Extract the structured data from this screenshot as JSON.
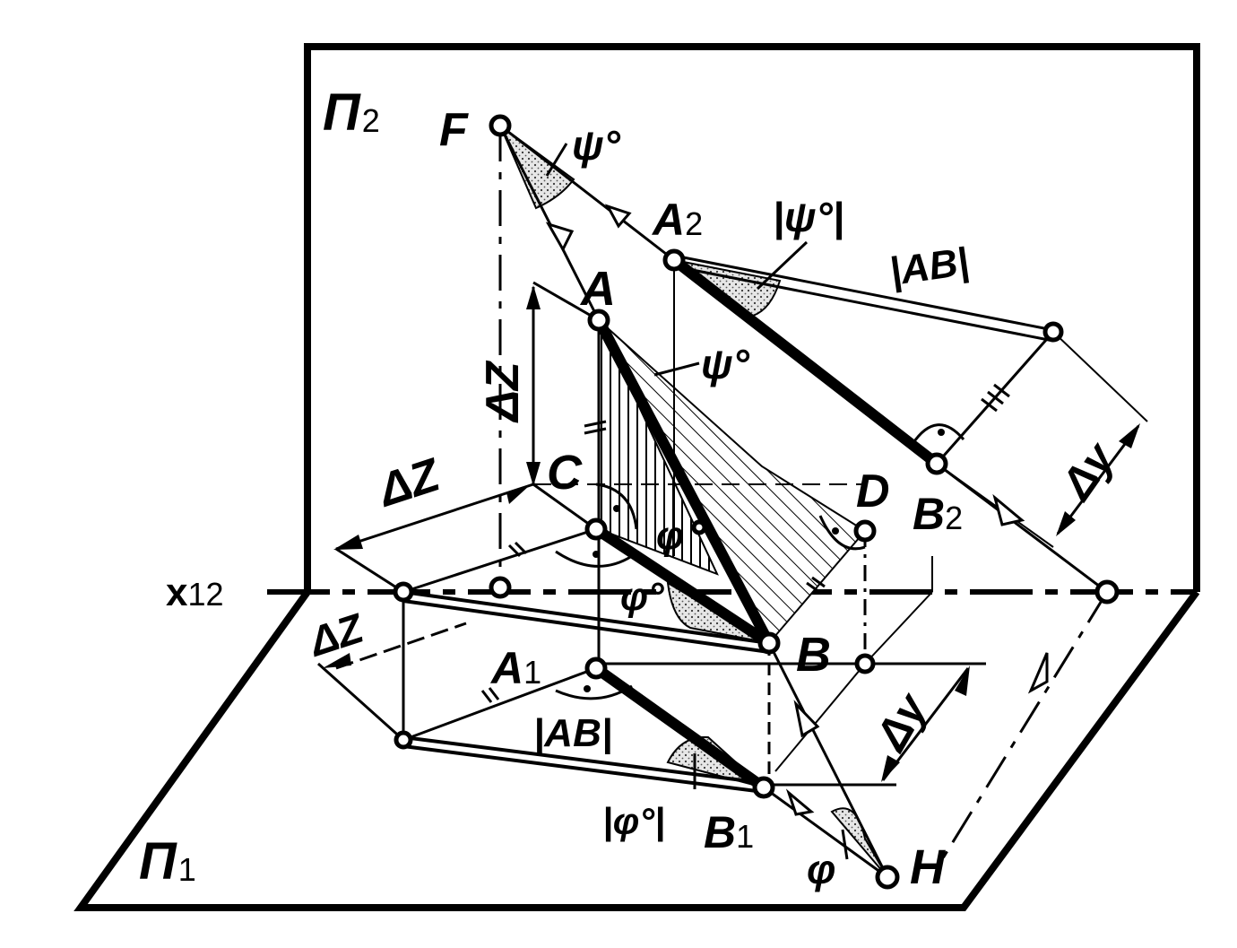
{
  "planes": {
    "frontal": {
      "letter": "П",
      "index": "2"
    },
    "horizontal": {
      "letter": "П",
      "index": "1"
    }
  },
  "axis_label": {
    "main": "x",
    "index": "12"
  },
  "points": {
    "F": "F",
    "A": "A",
    "A2": {
      "main": "A",
      "index": "2"
    },
    "A1": {
      "main": "A",
      "index": "1"
    },
    "B": "B",
    "B1": {
      "main": "B",
      "index": "1"
    },
    "B2": {
      "main": "B",
      "index": "2"
    },
    "C": "C",
    "D": "D",
    "H": "H"
  },
  "annotations": {
    "psi_top": "ψ°",
    "psi_true": "|ψ°|",
    "psi_mid": "ψ°",
    "ab_true_top": "|AB|",
    "ab_true_bottom": "|AB|",
    "phi_mid": "φ",
    "phi_deg": "φ°",
    "phi_true": "|φ°|",
    "phi_bottom": "φ",
    "dz_vertical": "ΔZ",
    "dz_diag": "ΔZ",
    "dz_small": "ΔZ",
    "dy_right": "Δy",
    "dy_bottom": "Δy"
  },
  "colors": {
    "ink": "#000000",
    "paper": "#ffffff"
  }
}
